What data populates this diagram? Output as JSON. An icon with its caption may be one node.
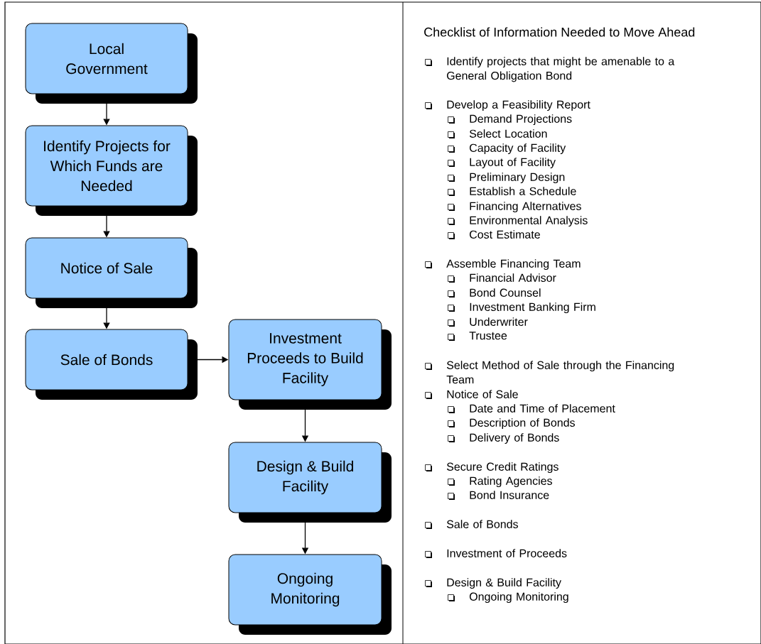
{
  "diagram": {
    "title": "Checklist of Information Needed to Move Ahead",
    "nodes": [
      {
        "text": [
          "Local Government"
        ]
      },
      {
        "text": [
          "Identify Projects for Which Funds are Needed"
        ]
      },
      {
        "text": [
          "Notice of Sale"
        ]
      },
      {
        "text": [
          "Sale of Bonds"
        ]
      },
      {
        "text": [
          "Investment Proceeds to Build Facility"
        ]
      },
      {
        "text": [
          "Design & Build Facility"
        ]
      },
      {
        "text": [
          "Ongoing Monitoring"
        ]
      }
    ],
    "edges": [
      {
        "from": 0,
        "to": 1,
        "arrow": "to"
      },
      {
        "from": 1,
        "to": 2,
        "arrow": "to"
      },
      {
        "from": 2,
        "to": 3,
        "arrow": "to"
      },
      {
        "from": 3,
        "to": 4,
        "arrow": "to"
      },
      {
        "from": 4,
        "to": 5,
        "arrow": "to"
      },
      {
        "from": 5,
        "to": 6,
        "arrow": "to"
      }
    ],
    "labels": [
      "Identify projects that might be amenable to a General Obligation Bond",
      "Develop a Feasibility Report",
      "Demand Projections",
      "Select Location",
      "Capacity of Facility",
      "Layout of Facility",
      "Preliminary Design",
      "Establish a Schedule",
      "Financing Alternatives",
      "Environmental Analysis",
      "Cost Estimate",
      "Assemble Financing Team",
      "Financial Advisor",
      "Bond Counsel",
      "Investment Banking Firm",
      "Underwriter",
      "Trustee",
      "Select Method of Sale through the Financing Team",
      "Notice of Sale",
      "Date and Time of Placement",
      "Description of Bonds",
      "Delivery of Bonds",
      "Secure Credit Ratings",
      "Rating Agencies",
      "Bond Insurance",
      "Sale of Bonds",
      "Investment of Proceeds",
      "Design & Build Facility",
      "Ongoing Monitoring"
    ]
  }
}
